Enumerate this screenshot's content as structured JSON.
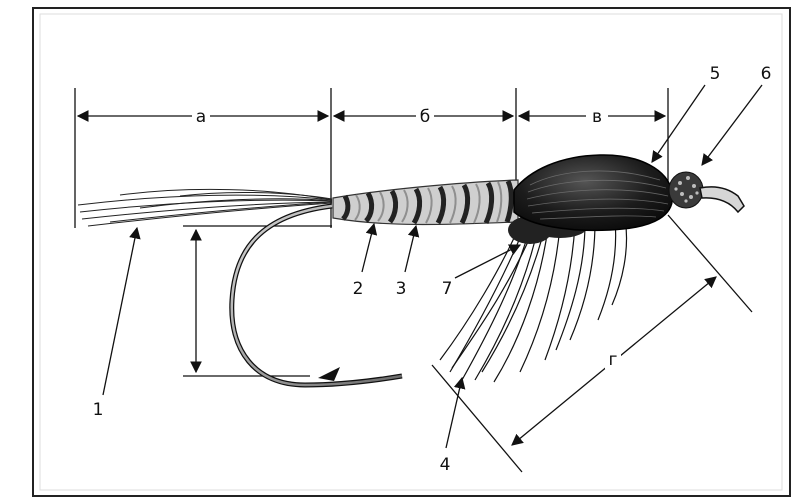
{
  "diagram": {
    "dimension_labels": {
      "a": "а",
      "b": "б",
      "v": "в",
      "g": "г"
    },
    "part_labels": [
      "1",
      "2",
      "3",
      "4",
      "5",
      "6",
      "7"
    ],
    "colors": {
      "ink": "#111111",
      "frame": "#222222",
      "background": "#ffffff",
      "body_dark": "#1a1a1a",
      "rib": "#9a9a9a"
    }
  }
}
